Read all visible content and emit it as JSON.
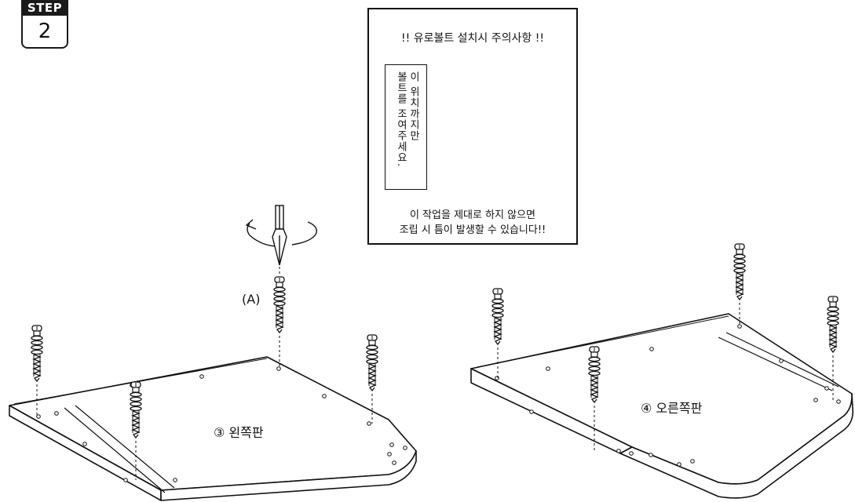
{
  "step": {
    "tag": "STEP",
    "number": "2"
  },
  "warning": {
    "title": "!! 유로볼트 설치시 주의사항 !!",
    "vertical_col1": "이 위치까지만",
    "vertical_col2": "볼트를 조여주세요.",
    "footer_line1": "이 작업을 제대로 하지 않으면",
    "footer_line2": "조립 시 틈이 발생할 수 있습니다!!"
  },
  "labels": {
    "bolt_a": "(A)",
    "left_panel": "③ 왼쪽판",
    "right_panel": "④ 오른쪽판"
  }
}
